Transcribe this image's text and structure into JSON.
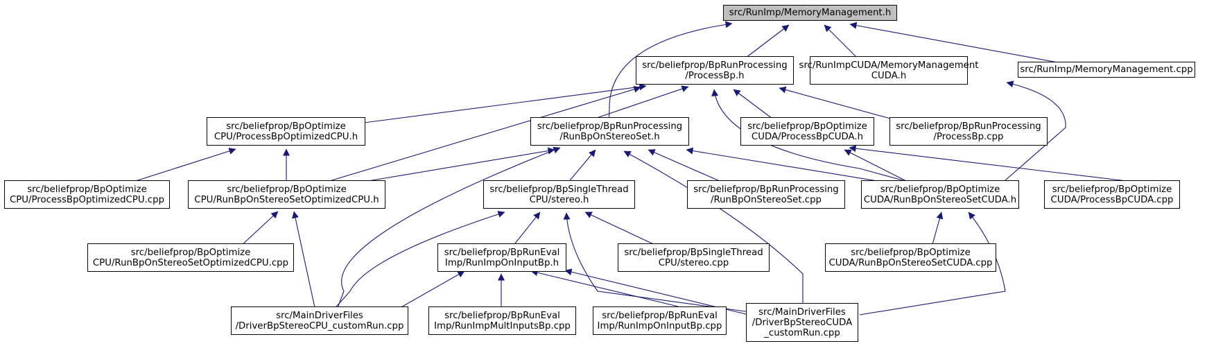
{
  "colors": {
    "edge": "#191970",
    "root_fill": "#bfbfbf",
    "node_fill": "#ffffff",
    "border": "#000000"
  },
  "nodes": {
    "mm_h": [
      "src/RunImp/MemoryManagement.h"
    ],
    "processbp_h": [
      "src/beliefprop/BpRunProcessing",
      "/ProcessBp.h"
    ],
    "mm_cuda_h": [
      "src/RunImpCUDA/MemoryManagement",
      "CUDA.h"
    ],
    "mm_cpp": [
      "src/RunImp/MemoryManagement.cpp"
    ],
    "pbo_cpu_h": [
      "src/beliefprop/BpOptimize",
      "CPU/ProcessBpOptimizedCPU.h"
    ],
    "runbp_h": [
      "src/beliefprop/BpRunProcessing",
      "/RunBpOnStereoSet.h"
    ],
    "pb_cuda_h": [
      "src/beliefprop/BpOptimize",
      "CUDA/ProcessBpCUDA.h"
    ],
    "processbp_cpp": [
      "src/beliefprop/BpRunProcessing",
      "/ProcessBp.cpp"
    ],
    "pbo_cpu_cpp": [
      "src/beliefprop/BpOptimize",
      "CPU/ProcessBpOptimizedCPU.cpp"
    ],
    "rbo_cpu_h": [
      "src/beliefprop/BpOptimize",
      "CPU/RunBpOnStereoSetOptimizedCPU.h"
    ],
    "stereo_h": [
      "src/beliefprop/BpSingleThread",
      "CPU/stereo.h"
    ],
    "runbp_cpp": [
      "src/beliefprop/BpRunProcessing",
      "/RunBpOnStereoSet.cpp"
    ],
    "rb_cuda_h": [
      "src/beliefprop/BpOptimize",
      "CUDA/RunBpOnStereoSetCUDA.h"
    ],
    "pb_cuda_cpp": [
      "src/beliefprop/BpOptimize",
      "CUDA/ProcessBpCUDA.cpp"
    ],
    "rbo_cpu_cpp": [
      "src/beliefprop/BpOptimize",
      "CPU/RunBpOnStereoSetOptimizedCPU.cpp"
    ],
    "runimp_h": [
      "src/beliefprop/BpRunEval",
      "Imp/RunImpOnInputBp.h"
    ],
    "stereo_cpp": [
      "src/beliefprop/BpSingleThread",
      "CPU/stereo.cpp"
    ],
    "rb_cuda_cpp": [
      "src/beliefprop/BpOptimize",
      "CUDA/RunBpOnStereoSetCUDA.cpp"
    ],
    "driver_cpu": [
      "src/MainDriverFiles",
      "/DriverBpStereoCPU_customRun.cpp"
    ],
    "multinputs_cpp": [
      "src/beliefprop/BpRunEval",
      "Imp/RunImpMultInputsBp.cpp"
    ],
    "runimp_cpp": [
      "src/beliefprop/BpRunEval",
      "Imp/RunImpOnInputBp.cpp"
    ],
    "driver_cuda": [
      "src/MainDriverFiles",
      "/DriverBpStereoCUDA",
      "_customRun.cpp"
    ]
  }
}
